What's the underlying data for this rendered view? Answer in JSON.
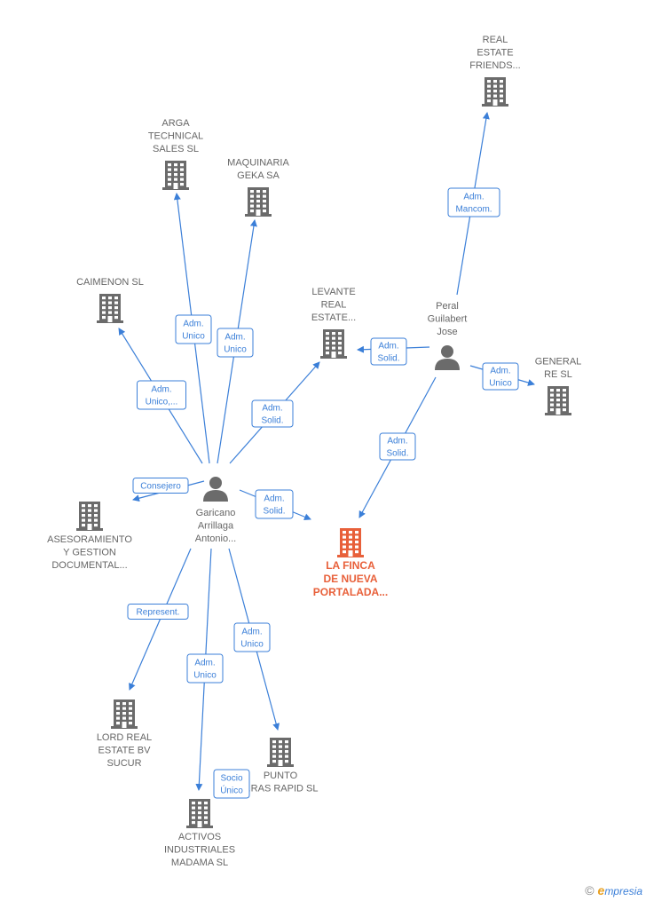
{
  "nodes": [
    {
      "id": "real_estate_friends",
      "type": "company",
      "lines": [
        "REAL",
        "ESTATE",
        "FRIENDS..."
      ]
    },
    {
      "id": "arga",
      "type": "company",
      "lines": [
        "ARGA",
        "TECHNICAL",
        "SALES  SL"
      ]
    },
    {
      "id": "maquinaria",
      "type": "company",
      "lines": [
        "MAQUINARIA",
        "GEKA SA"
      ]
    },
    {
      "id": "caimenon",
      "type": "company",
      "lines": [
        "CAIMENON SL"
      ]
    },
    {
      "id": "levante",
      "type": "company",
      "lines": [
        "LEVANTE",
        "REAL",
        "ESTATE..."
      ]
    },
    {
      "id": "peral",
      "type": "person",
      "lines": [
        "Peral",
        "Guilabert",
        "Jose"
      ]
    },
    {
      "id": "general_re",
      "type": "company",
      "lines": [
        "GENERAL",
        "RE SL"
      ]
    },
    {
      "id": "garicano",
      "type": "person",
      "lines": [
        "Garicano",
        "Arrillaga",
        "Antonio..."
      ]
    },
    {
      "id": "asesoramiento",
      "type": "company",
      "lines": [
        "ASESORAMIENTO",
        "Y GESTION",
        "DOCUMENTAL..."
      ]
    },
    {
      "id": "la_finca",
      "type": "company",
      "main": true,
      "lines": [
        "LA FINCA",
        "DE NUEVA",
        "PORTALADA..."
      ]
    },
    {
      "id": "lord_real",
      "type": "company",
      "lines": [
        "LORD REAL",
        "ESTATE BV",
        "SUCUR"
      ]
    },
    {
      "id": "punto",
      "type": "company",
      "lines": [
        "PUNTO",
        "...RAS RAPID SL"
      ]
    },
    {
      "id": "activos",
      "type": "company",
      "lines": [
        "ACTIVOS",
        "INDUSTRIALES",
        "MADAMA  SL"
      ]
    }
  ],
  "edges": [
    {
      "from": "peral",
      "to": "real_estate_friends",
      "label": [
        "Adm.",
        "Mancom."
      ]
    },
    {
      "from": "peral",
      "to": "levante",
      "label": [
        "Adm.",
        "Solid."
      ]
    },
    {
      "from": "peral",
      "to": "general_re",
      "label": [
        "Adm.",
        "Unico"
      ]
    },
    {
      "from": "peral",
      "to": "la_finca",
      "label": [
        "Adm.",
        "Solid."
      ]
    },
    {
      "from": "garicano",
      "to": "arga",
      "label": [
        "Adm.",
        "Unico"
      ]
    },
    {
      "from": "garicano",
      "to": "maquinaria",
      "label": [
        "Adm.",
        "Unico"
      ]
    },
    {
      "from": "garicano",
      "to": "caimenon",
      "label": [
        "Adm.",
        "Unico,..."
      ]
    },
    {
      "from": "garicano",
      "to": "levante",
      "label": [
        "Adm.",
        "Solid."
      ]
    },
    {
      "from": "garicano",
      "to": "asesoramiento",
      "label": [
        "Consejero"
      ]
    },
    {
      "from": "garicano",
      "to": "la_finca",
      "label": [
        "Adm.",
        "Solid."
      ]
    },
    {
      "from": "garicano",
      "to": "lord_real",
      "label": [
        "Represent."
      ]
    },
    {
      "from": "garicano",
      "to": "activos",
      "label": [
        "Adm.",
        "Unico"
      ]
    },
    {
      "from": "garicano",
      "to": "punto",
      "label": [
        "Adm.",
        "Unico"
      ]
    },
    {
      "from": "garicano",
      "to": "activos",
      "label": [
        "Socio",
        "Único"
      ]
    }
  ],
  "brand": {
    "copyright": "©",
    "e": "e",
    "rest": "mpresia"
  },
  "colors": {
    "edge": "#3b7fd8",
    "building": "#6b6b6b",
    "main": "#e8603a",
    "person": "#6b6b6b"
  }
}
